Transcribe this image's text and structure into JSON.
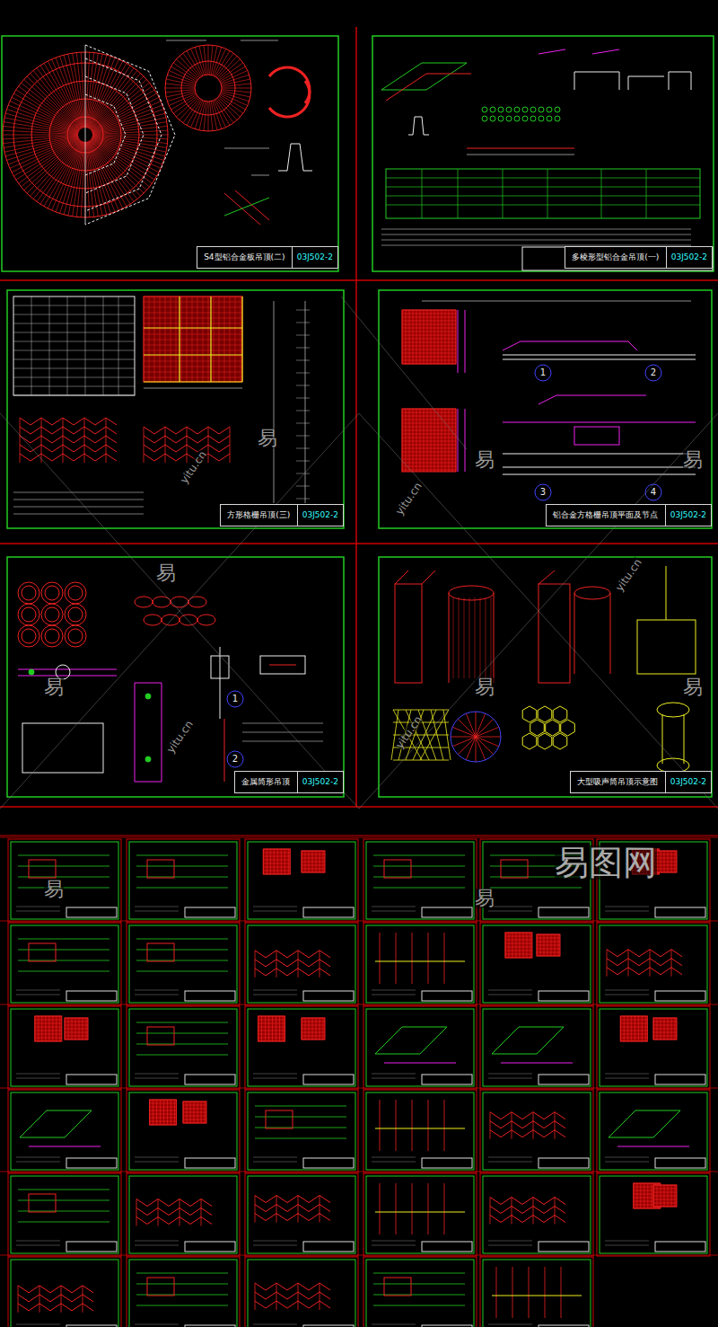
{
  "diagram": {
    "nodes": [
      {
        "text": [
          "S4型铝合金板吊顶(二)",
          "03J502-2"
        ]
      },
      {
        "text": [
          "多棱形型铝合金吊顶(一)",
          "03J502-2"
        ]
      },
      {
        "text": [
          "方形格栅吊顶(三)",
          "03J502-2"
        ]
      },
      {
        "text": [
          "铝合金方格栅吊顶平面及节点",
          "03J502-2"
        ]
      },
      {
        "text": [
          "金属筒形吊顶",
          "03J502-2"
        ]
      },
      {
        "text": [
          "大型吸声筒吊顶示意图",
          "03J502-2"
        ]
      }
    ],
    "labels": [
      "易",
      "易",
      "易",
      "易",
      "易",
      "易",
      "易",
      "易",
      "易",
      "yitu.cn",
      "yitu.cn",
      "yitu.cn",
      "yitu.cn",
      "yitu.cn",
      "易图网",
      "1",
      "2",
      "3",
      "4",
      "1",
      "2"
    ]
  }
}
